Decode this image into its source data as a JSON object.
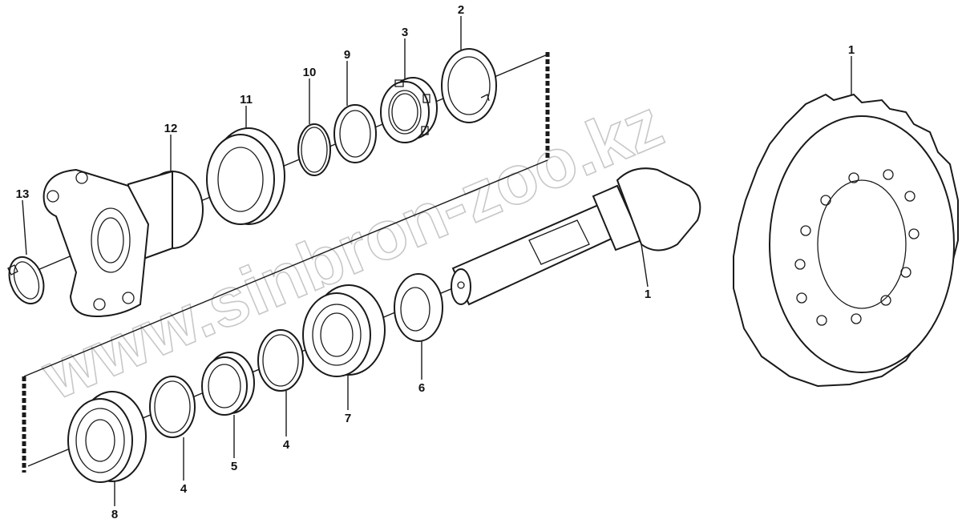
{
  "diagram": {
    "type": "exploded-parts-diagram",
    "watermark": "www.sinbron-zoo.kz",
    "callouts": [
      {
        "id": "c13",
        "label": "13",
        "part": "retaining-ring"
      },
      {
        "id": "c12",
        "label": "12",
        "part": "yoke-flange"
      },
      {
        "id": "c11",
        "label": "11",
        "part": "seal"
      },
      {
        "id": "c10",
        "label": "10",
        "part": "o-ring"
      },
      {
        "id": "c9",
        "label": "9",
        "part": "washer"
      },
      {
        "id": "c3",
        "label": "3",
        "part": "slotted-nut"
      },
      {
        "id": "c2",
        "label": "2",
        "part": "lock-washer"
      },
      {
        "id": "c1a",
        "label": "1",
        "part": "ring-gear"
      },
      {
        "id": "c1b",
        "label": "1",
        "part": "pinion-shaft"
      },
      {
        "id": "c6",
        "label": "6",
        "part": "spacer"
      },
      {
        "id": "c7",
        "label": "7",
        "part": "taper-bearing"
      },
      {
        "id": "c4a",
        "label": "4",
        "part": "shim"
      },
      {
        "id": "c5",
        "label": "5",
        "part": "bearing-cup"
      },
      {
        "id": "c4b",
        "label": "4",
        "part": "shim"
      },
      {
        "id": "c8",
        "label": "8",
        "part": "roller-bearing"
      }
    ]
  }
}
